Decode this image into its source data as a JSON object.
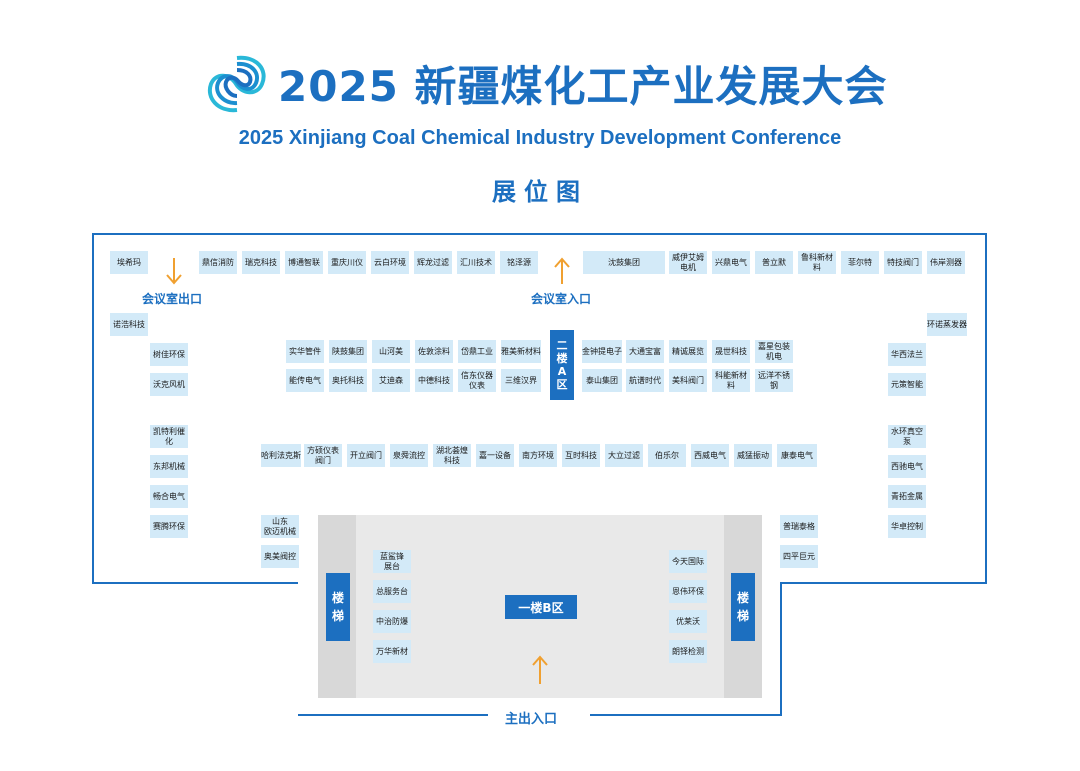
{
  "header": {
    "title_cn": "2025 新疆煤化工产业发展大会",
    "title_en": "2025 Xinjiang Coal Chemical Industry Development Conference",
    "subtitle": "展位图"
  },
  "labels": {
    "meeting_exit": "会议室出口",
    "meeting_entry": "会议室入口",
    "main_entry": "主出入口"
  },
  "zones": {
    "zone_a": "二\n楼\nA\n区",
    "zone_b": "一楼B区",
    "stairs_left": "楼\n梯",
    "stairs_right": "楼\n梯"
  },
  "booths": {
    "top": [
      "埃希玛",
      "鼎信消防",
      "瑞克科技",
      "博通智联",
      "重庆川仪",
      "云白环境",
      "辉龙过滤",
      "汇川技术",
      "铭泽源",
      "沈鼓集团",
      "威伊艾姆\n电机",
      "兴鼎电气",
      "普立默",
      "鲁科新材料",
      "菲尔特",
      "特技阀门",
      "伟岸测器"
    ],
    "left": [
      "诺浩科技",
      "树佳环保",
      "沃克风机",
      "凯特利催化",
      "东邦机械",
      "畅合电气",
      "赛腾环保"
    ],
    "right": [
      "环诺蒸发器",
      "华西法兰",
      "元策智能",
      "水环真空泵",
      "西驰电气",
      "青拓金属",
      "华卓控制"
    ],
    "center_left": [
      "实华管件",
      "陕鼓集团",
      "山河美",
      "佐敦涂料",
      "岱鼎工业",
      "雅美新材料",
      "能传电气",
      "奥托科技",
      "艾迪森",
      "中德科技",
      "信东仪器\n仪表",
      "三维汉界"
    ],
    "center_right": [
      "金钟提电子",
      "大通宝富",
      "精诚展览",
      "晟世科技",
      "嘉星包装\n机电",
      "泰山集团",
      "航谱时代",
      "美科阀门",
      "科能新材料",
      "远洋不锈钢"
    ],
    "middle_row": [
      "哈利法克斯",
      "方硕仪表\n阀门",
      "开立阀门",
      "泉舜流控",
      "湖北荟煌\n科技",
      "嘉一设备",
      "南方环境",
      "互时科技",
      "大立过滤",
      "伯乐尔",
      "西威电气",
      "威猛振动",
      "康泰电气"
    ],
    "lower_left": [
      "山东\n欧迈机械",
      "奥美阀控"
    ],
    "lower_right": [
      "普瑞泰格",
      "四平巨元"
    ],
    "hall_left": [
      "蓝鲨锋\n展台",
      "总服务台",
      "中治防爆",
      "万华新材"
    ],
    "hall_right": [
      "今天国际",
      "恩伟环保",
      "优莱沃",
      "朗铎检测"
    ]
  },
  "colors": {
    "brand": "#1c6fc0",
    "booth": "#d3eaf8",
    "arrow": "#f0a030",
    "hall": "#e9e9e9"
  }
}
